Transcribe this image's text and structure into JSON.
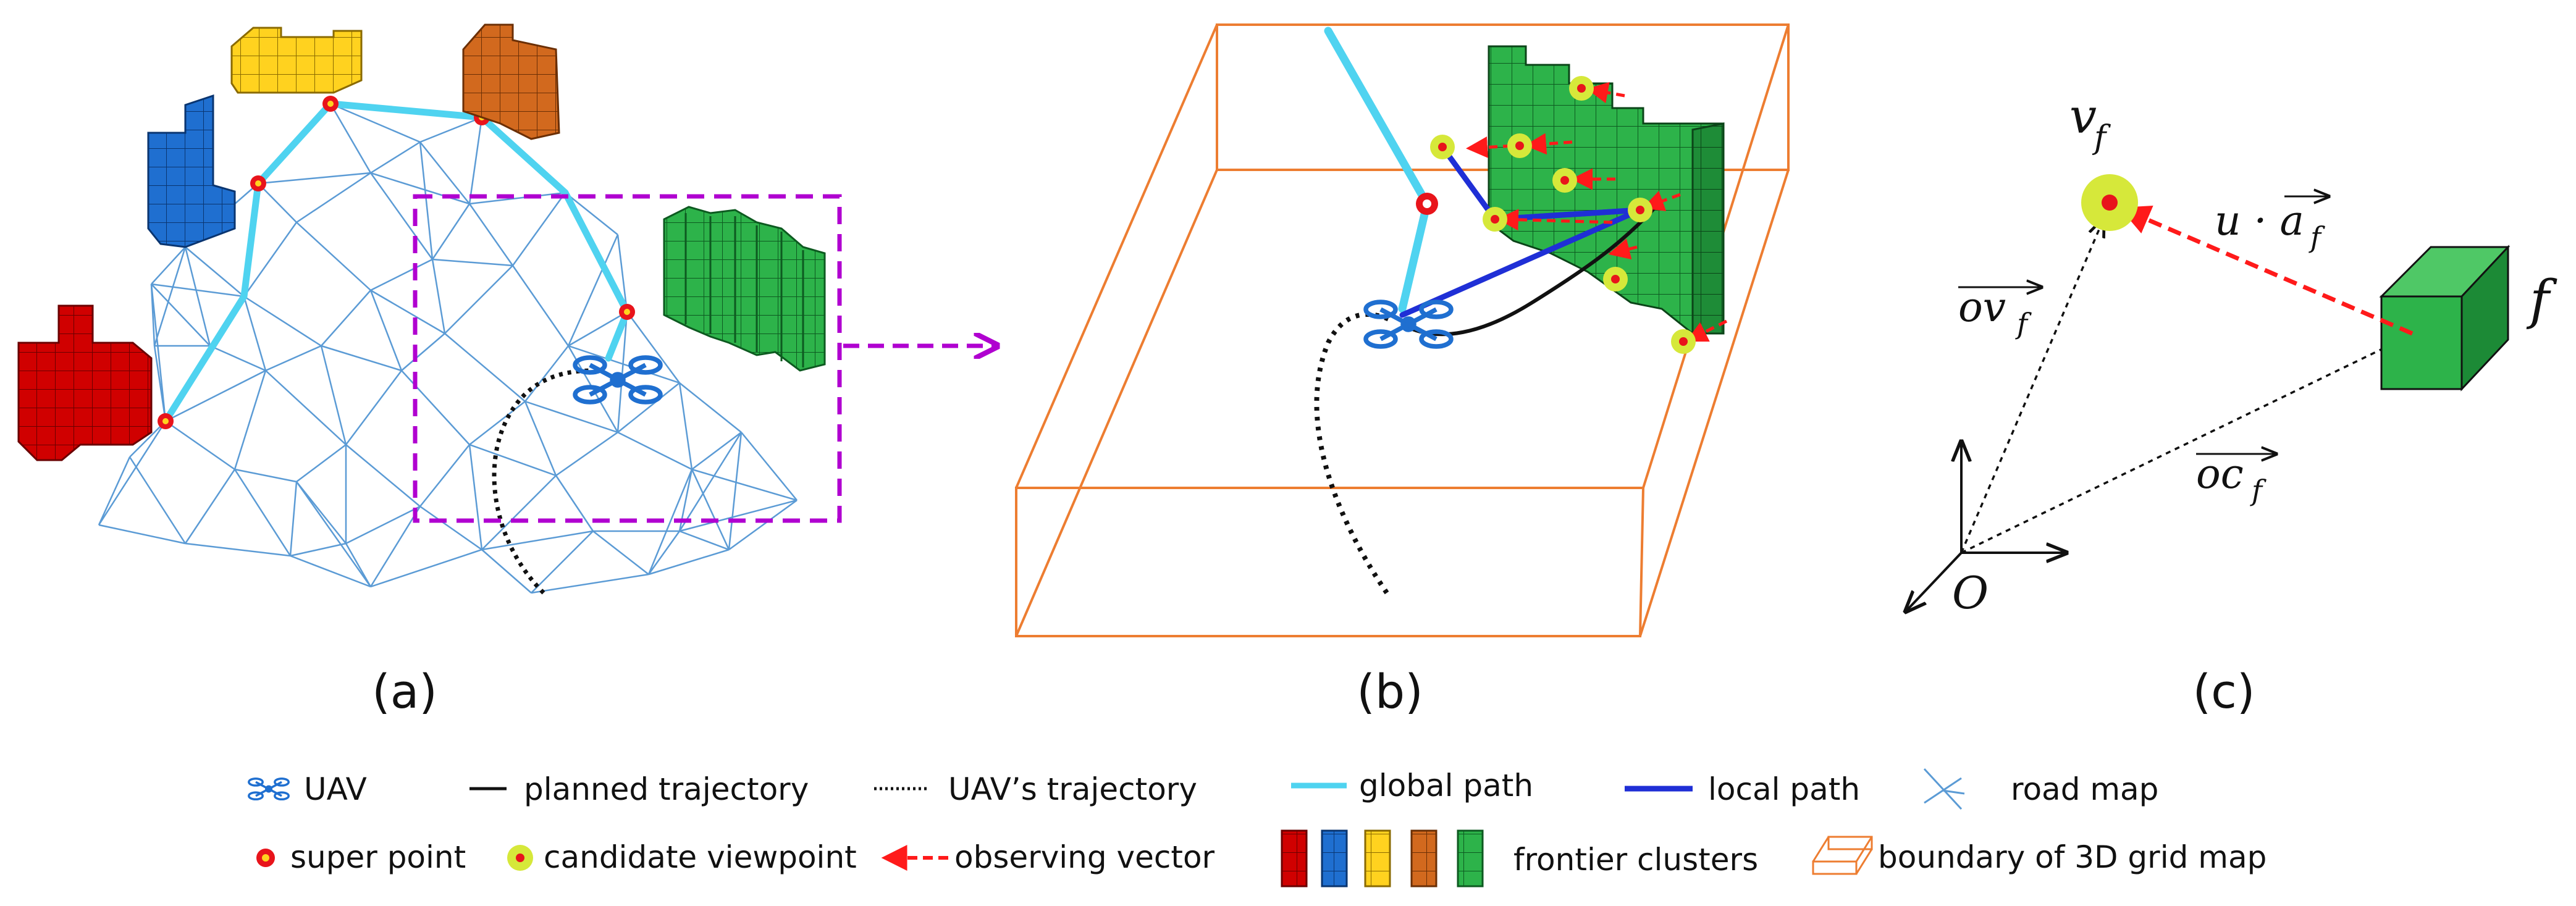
{
  "panels": {
    "a": "(a)",
    "b": "(b)",
    "c": "(c)"
  },
  "panel_c": {
    "vertex_label": "v",
    "vertex_sub": "f",
    "cluster_label": "f",
    "vec_ov": "ov",
    "vec_ov_sub": "f",
    "vec_oc": "oc",
    "vec_oc_sub": "f",
    "vec_a": "u · a",
    "vec_a_sub": "f",
    "origin": "O"
  },
  "legend": {
    "uav": "UAV",
    "planned_trajectory": "planned trajectory",
    "uav_trajectory": "UAV’s trajectory",
    "global_path": "global path",
    "local_path": "local path",
    "road_map": "road map",
    "super_point": "super point",
    "candidate_viewpoint": "candidate viewpoint",
    "observing_vector": "observing vector",
    "frontier_clusters": "frontier clusters",
    "boundary": "boundary of 3D grid map"
  },
  "colors": {
    "road_map": "#5b9bd5",
    "global_path": "#4fd3f0",
    "local_path": "#1f2fd6",
    "super_point": "#e8141b",
    "candidate_viewpoint": "#d6e83a",
    "observing_vector": "#ff1a1a",
    "boundary": "#ed7d31",
    "frontier_red": "#d00000",
    "frontier_blue": "#1f6fd0",
    "frontier_yellow": "#ffd21f",
    "frontier_orange": "#d2691e",
    "frontier_green": "#2db34a",
    "roi_box": "#b000d0"
  }
}
